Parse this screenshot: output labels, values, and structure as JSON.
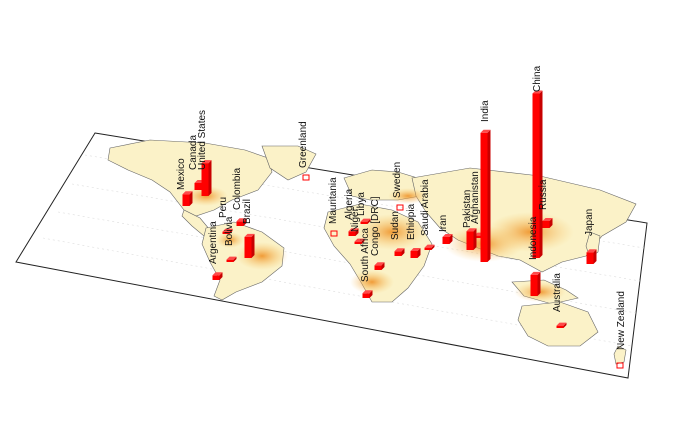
{
  "map": {
    "countries": [
      {
        "name": "Mexico",
        "value": 5
      },
      {
        "name": "Canada",
        "value": 3
      },
      {
        "name": "United States",
        "value": 14
      },
      {
        "name": "Greenland",
        "value": 0
      },
      {
        "name": "Colombia",
        "value": 2
      },
      {
        "name": "Peru",
        "value": 1
      },
      {
        "name": "Brazil",
        "value": 9
      },
      {
        "name": "Bolivia",
        "value": 1
      },
      {
        "name": "Argentina",
        "value": 2
      },
      {
        "name": "Mauritania",
        "value": 0
      },
      {
        "name": "Algeria",
        "value": 2
      },
      {
        "name": "Libya",
        "value": 1
      },
      {
        "name": "Niger",
        "value": 1
      },
      {
        "name": "Congo [DRC]",
        "value": 2
      },
      {
        "name": "South Africa",
        "value": 2
      },
      {
        "name": "Sudan",
        "value": 2
      },
      {
        "name": "Ethiopia",
        "value": 3
      },
      {
        "name": "Sweden",
        "value": 0
      },
      {
        "name": "Saudi Arabia",
        "value": 1
      },
      {
        "name": "Iran",
        "value": 3
      },
      {
        "name": "Pakistan",
        "value": 8
      },
      {
        "name": "Afghanistan",
        "value": 1
      },
      {
        "name": "India",
        "value": 55
      },
      {
        "name": "China",
        "value": 70
      },
      {
        "name": "Russia",
        "value": 3
      },
      {
        "name": "Indonesia",
        "value": 9
      },
      {
        "name": "Japan",
        "value": 5
      },
      {
        "name": "Australia",
        "value": 1
      },
      {
        "name": "New Zealand",
        "value": 0
      }
    ],
    "colors": {
      "bar": "#ff0000",
      "bar_side": "#c80000",
      "bar_top": "#ff4a4a",
      "land": "#fbf2c8",
      "hot": "#f2a033",
      "outline": "#555555"
    }
  }
}
